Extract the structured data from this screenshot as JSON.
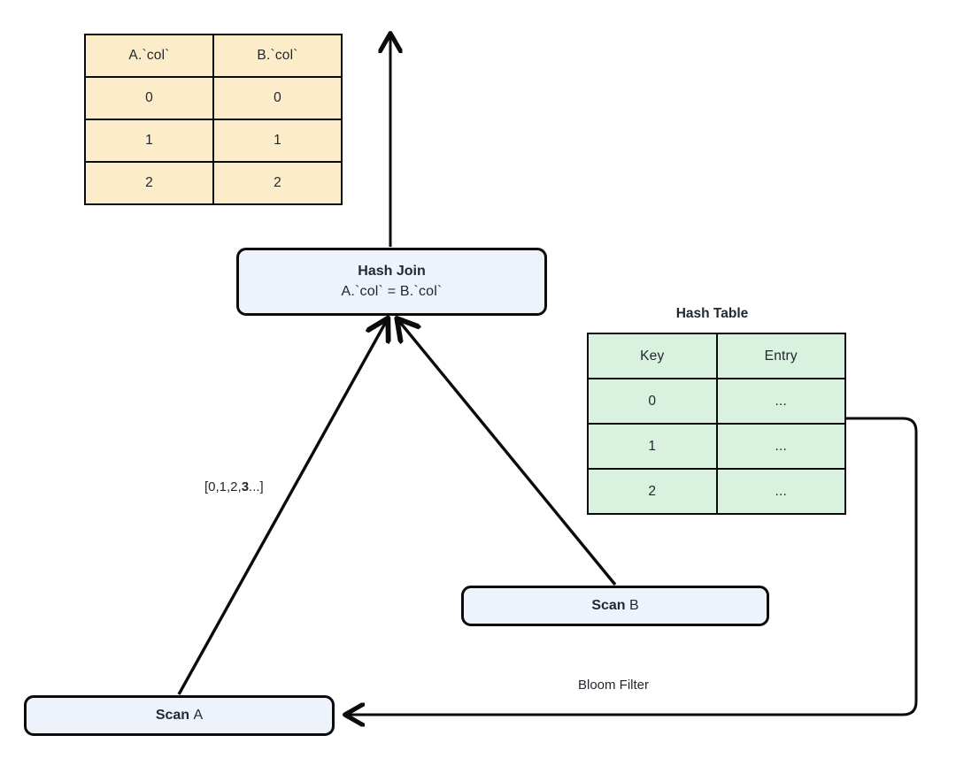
{
  "diagram": {
    "title": "hash-join-with-bloom-filter",
    "colors": {
      "operator_fill": "#eef2fb",
      "operator_stroke": "#0b0b0b",
      "result_table_fill": "#fcecc9",
      "hash_table_fill": "#d9f2e0",
      "text": "#22272e",
      "background": "#ffffff"
    }
  },
  "result_table": {
    "name": "join-result-table",
    "headers": [
      "A.`col`",
      "B.`col`"
    ],
    "rows": [
      [
        "0",
        "0"
      ],
      [
        "1",
        "1"
      ],
      [
        "2",
        "2"
      ]
    ]
  },
  "hash_table": {
    "name": "hash-table",
    "caption": "Hash Table",
    "headers": [
      "Key",
      "Entry"
    ],
    "rows": [
      [
        "0",
        "..."
      ],
      [
        "1",
        "..."
      ],
      [
        "2",
        "..."
      ]
    ]
  },
  "operators": {
    "hash_join": {
      "title": "Hash Join",
      "subtitle": "A.`col` = B.`col`"
    },
    "scan_a": {
      "title": "Scan",
      "relation": "A"
    },
    "scan_b": {
      "title": "Scan",
      "relation": "B"
    }
  },
  "edge_labels": {
    "probe_keys_prefix": "[0,1,2,",
    "probe_keys_bold": "3",
    "probe_keys_suffix": "...]",
    "bloom_filter": "Bloom Filter"
  }
}
